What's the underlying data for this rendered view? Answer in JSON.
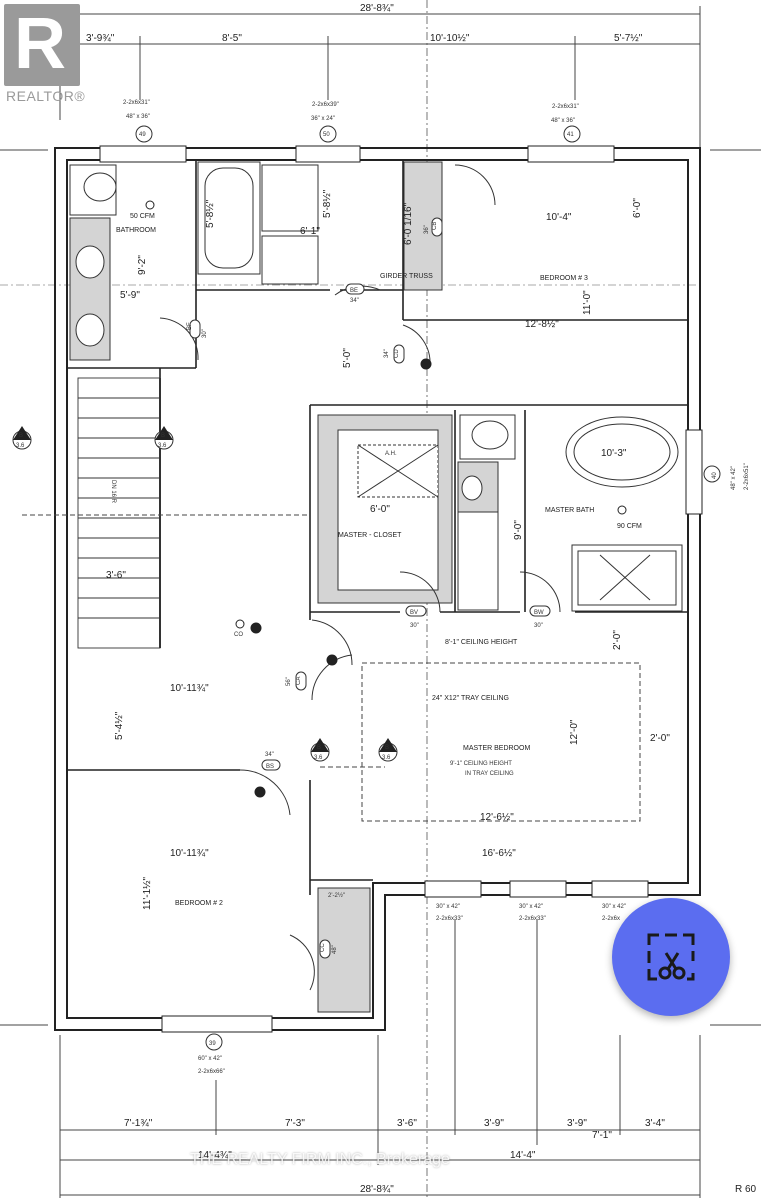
{
  "branding": {
    "realtor_mark": "R",
    "realtor_label": "REALTOR®",
    "watermark": "THE REALTY FIRM INC., Brokerage",
    "corner_text": "R 60"
  },
  "plan": {
    "top_dims": {
      "overall": "28'-8¾\"",
      "d1": "3'-9¾\"",
      "d2": "8'-5\"",
      "d3": "10'-10½\"",
      "d4": "5'-7½\""
    },
    "windows_top": [
      {
        "spec": "2-2x6x31\"",
        "size": "48\" x 36\"",
        "tag": "49"
      },
      {
        "spec": "2-2x6x39\"",
        "size": "36\" x 24\"",
        "tag": "50"
      },
      {
        "spec": "2-2x6x31\"",
        "size": "48\" x 36\"",
        "tag": "41"
      }
    ],
    "window_right": {
      "tag": "40",
      "size": "48\" x 42\"",
      "spec": "2-2x6x51\""
    },
    "window_bottom_left": {
      "tag": "39",
      "size": "60\" x 42\"",
      "spec": "2-2x6x66\""
    },
    "windows_bottom_right": [
      {
        "size": "30\" x 42\"",
        "spec": "2-2x6x33\""
      },
      {
        "size": "30\" x 42\"",
        "spec": "2-2x6x33\""
      },
      {
        "size": "30\" x 42\"",
        "spec": "2-2x6x"
      }
    ],
    "rooms": {
      "bathroom": "BATHROOM",
      "bathroom_fan": "50 CFM",
      "bedroom3": "BEDROOM # 3",
      "girder": "GIRDER TRUSS",
      "master_closet": "MASTER - CLOSET",
      "ah": "A.H.",
      "master_bath": "MASTER BATH",
      "master_bath_fan": "90 CFM",
      "ceiling_height": "8'-1\" CEILING HEIGHT",
      "tray": "24\" X12\" TRAY CEILING",
      "master_bedroom": "MASTER BEDROOM",
      "tray_height_1": "9'-1\" CEILING HEIGHT",
      "tray_height_2": "IN TRAY CEILING",
      "bedroom2": "BEDROOM # 2",
      "dn": "DN 16 R"
    },
    "interior_dims": {
      "d_5_8_1": "5'-8½\"",
      "d_5_8_2": "5'-8½\"",
      "d_6_1": "6'-1\"",
      "d_9_2": "9'-2\"",
      "d_5_9": "5'-9\"",
      "d_6_0_116": "6'-0 1/16\"",
      "d_10_4": "10'-4\"",
      "d_6_0": "6'-0\"",
      "d_11_0": "11'-0\"",
      "d_12_8": "12'-8½\"",
      "d_5_0": "5'-0\"",
      "d_10_3": "10'-3\"",
      "d_closet_6_0": "6'-0\"",
      "d_9_0": "9'-0\"",
      "d_3_6": "3'-6\"",
      "d_10_11_a": "10'-11¾\"",
      "d_5_4": "5'-4½\"",
      "d_2_0_a": "2'-0\"",
      "d_12_0": "12'-0\"",
      "d_2_0_b": "2'-0\"",
      "d_12_6": "12'-6½\"",
      "d_10_11_b": "10'-11¾\"",
      "d_16_6": "16'-6½\"",
      "d_11_1": "11'-1½\"",
      "d_2_2": "2'-2½\""
    },
    "door_tags": {
      "be": "BE",
      "be_w": "34\"",
      "bf": "BF",
      "bf_w": "30\"",
      "cd": "CD",
      "cd_w": "34\"",
      "cb": "CB",
      "cb_w": "36\"",
      "bv": "BV",
      "bv_w": "30\"",
      "bw": "BW",
      "bw_w": "30\"",
      "ca": "CA",
      "ca_w": "56\"",
      "bs": "BS",
      "bs_w": "34\"",
      "cc": "CC",
      "cc_w": "48\""
    },
    "section_tags": {
      "b": "B",
      "b_num": "3.6"
    },
    "co": "CO",
    "bottom_dims": {
      "b1": "7'-1¾\"",
      "b2": "7'-3\"",
      "b3": "3'-6\"",
      "b4": "3'-9\"",
      "b5": "3'-9\"",
      "b6": "3'-4\"",
      "b7": "7'-1\"",
      "sub_left": "14'-4¾\"",
      "sub_right": "14'-4\"",
      "overall": "28'-8¾\""
    }
  },
  "fab": {
    "icon": "scissors-icon",
    "color": "#5b6df0"
  }
}
